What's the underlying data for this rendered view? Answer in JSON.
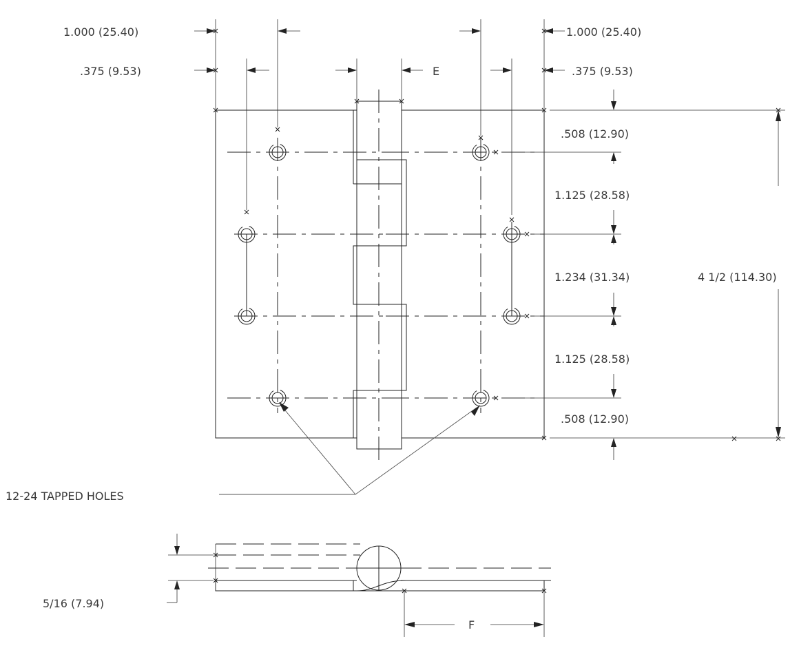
{
  "drawing": {
    "top_dims": {
      "left_outer": "1.000 (25.40)",
      "left_inner": ".375 (9.53)",
      "knuckle_gap": "E",
      "right_outer": "1.000 (25.40)",
      "right_inner": ".375 (9.53)"
    },
    "vertical_dims": {
      "top_edge": ".508 (12.90)",
      "spacing_1": "1.125 (28.58)",
      "spacing_2": "1.234 (31.34)",
      "spacing_3": "1.125 (28.58)",
      "bottom_edge": ".508 (12.90)",
      "overall_height": "4 1/2 (114.30)"
    },
    "callout": "12-24 TAPPED HOLES",
    "side_view": {
      "thickness": "5/16 (7.94)",
      "leaf_width": "F"
    }
  }
}
